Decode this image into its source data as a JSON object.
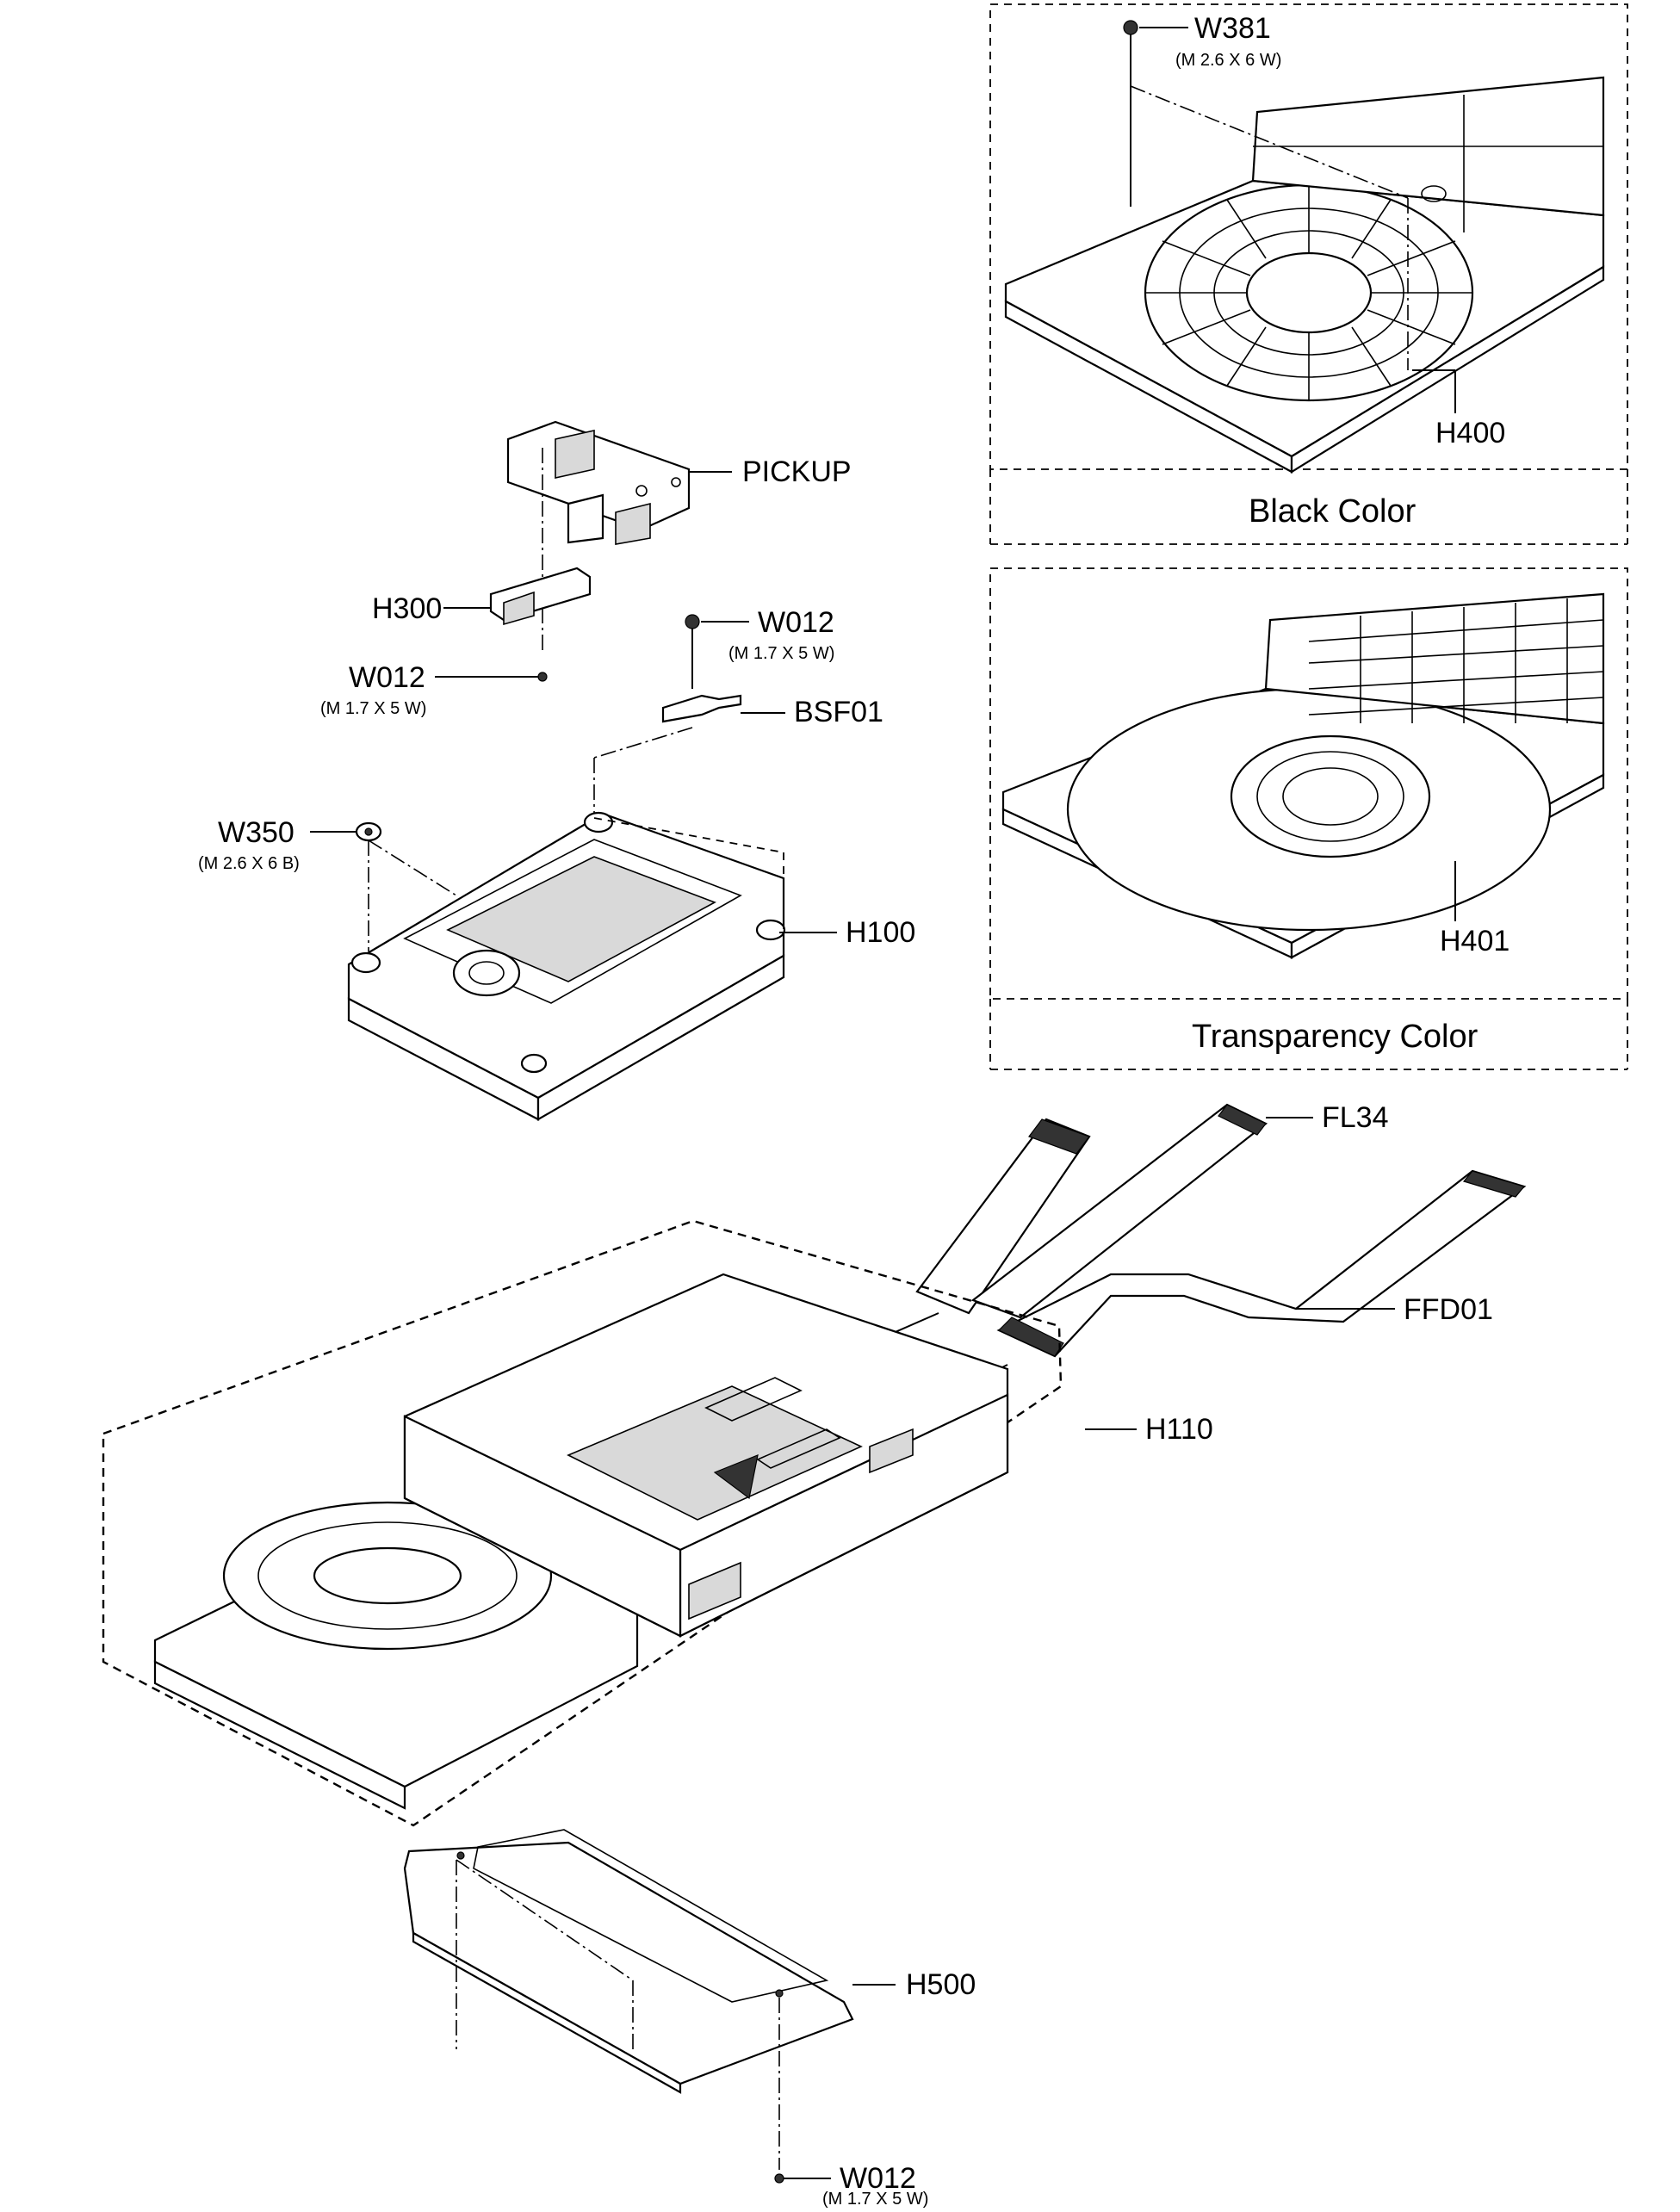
{
  "parts": {
    "w381": {
      "code": "W381",
      "spec": "(M 2.6 X 6 W)"
    },
    "h400": {
      "code": "H400"
    },
    "black_group": {
      "caption": "Black Color"
    },
    "h401": {
      "code": "H401"
    },
    "transparency_group": {
      "caption": "Transparency Color"
    },
    "pickup": {
      "code": "PICKUP"
    },
    "h300": {
      "code": "H300"
    },
    "w012_top": {
      "code": "W012",
      "spec": "(M 1.7 X 5 W)"
    },
    "w012_left": {
      "code": "W012",
      "spec": "(M 1.7 X 5 W)"
    },
    "bsf01": {
      "code": "BSF01"
    },
    "w350": {
      "code": "W350",
      "spec": "(M 2.6 X 6 B)"
    },
    "h100": {
      "code": "H100"
    },
    "fl34": {
      "code": "FL34"
    },
    "ffd01": {
      "code": "FFD01"
    },
    "h110": {
      "code": "H110"
    },
    "h500": {
      "code": "H500"
    },
    "w012_bottom": {
      "code": "W012",
      "spec": "(M 1.7 X 5 W)"
    }
  }
}
